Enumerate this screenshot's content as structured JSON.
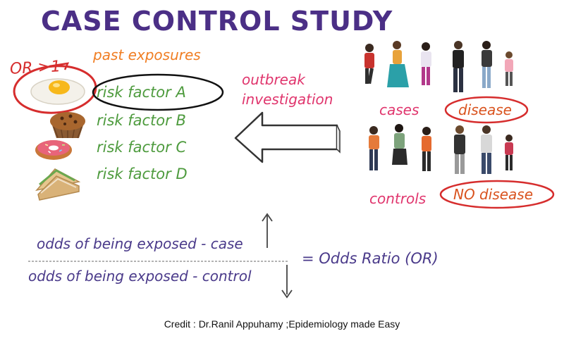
{
  "title": "CASE CONTROL STUDY",
  "or_label": "OR >1",
  "past_exposures": "past exposures",
  "risk_factors": [
    "risk factor A",
    "risk factor B",
    "risk factor C",
    "risk factor D"
  ],
  "outbreak": {
    "line1": "outbreak",
    "line2": "investigation"
  },
  "groups": {
    "cases": "cases",
    "disease": "disease",
    "controls": "controls",
    "no_disease": "NO disease"
  },
  "formula": {
    "numerator": "odds of being exposed - case",
    "denominator": "odds of being exposed - control",
    "result": "= Odds Ratio (OR)"
  },
  "credit": "Credit : Dr.Ranil Appuhamy ;Epidemiology made Easy",
  "colors": {
    "title": "#4b2f86",
    "or_circle": "#d62d2d",
    "risk": "#4e9b3e",
    "orange": "#f07d22",
    "pink": "#e0356d",
    "formula": "#4a3a8a"
  },
  "icons": [
    "fried-egg-icon",
    "muffin-icon",
    "donut-icon",
    "sandwich-icon",
    "people-figures"
  ]
}
